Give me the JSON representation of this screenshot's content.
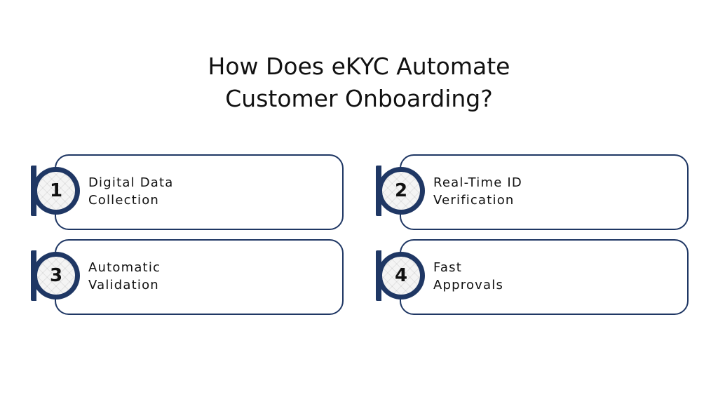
{
  "title": {
    "line1": "How Does eKYC Automate",
    "line2": "Customer Onboarding?"
  },
  "colors": {
    "accent": "#1f3764",
    "text": "#111111",
    "background": "#ffffff"
  },
  "steps": [
    {
      "number": "1",
      "line1": "Digital Data",
      "line2": "Collection"
    },
    {
      "number": "2",
      "line1": "Real-Time ID",
      "line2": "Verification"
    },
    {
      "number": "3",
      "line1": "Automatic",
      "line2": "Validation"
    },
    {
      "number": "4",
      "line1": "Fast",
      "line2": "Approvals"
    }
  ]
}
